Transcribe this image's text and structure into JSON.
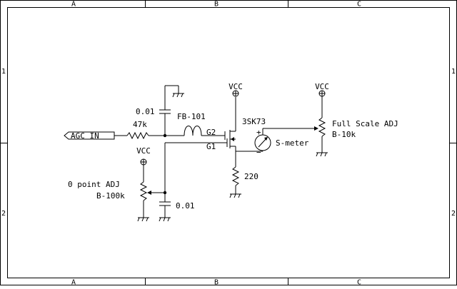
{
  "frame": {
    "columns": [
      "A",
      "B",
      "C"
    ],
    "rows": [
      "1",
      "2"
    ]
  },
  "labels": {
    "agc_in": "AGC IN",
    "r_47k": "47k",
    "cap_top": "0.01",
    "ferrite": "FB-101",
    "transistor": "3SK73",
    "gate2": "G2",
    "gate1": "G1",
    "vcc_drain": "VCC",
    "vcc_zero": "VCC",
    "vcc_full": "VCC",
    "meter_plus": "+",
    "meter_minus": "−",
    "meter": "S-meter",
    "full_scale_name": "Full Scale ADJ",
    "full_scale_value": "B-10k",
    "zero_point_name": "0 point ADJ",
    "zero_point_value": "B-100k",
    "r_220": "220",
    "cap_bottom": "0.01"
  }
}
